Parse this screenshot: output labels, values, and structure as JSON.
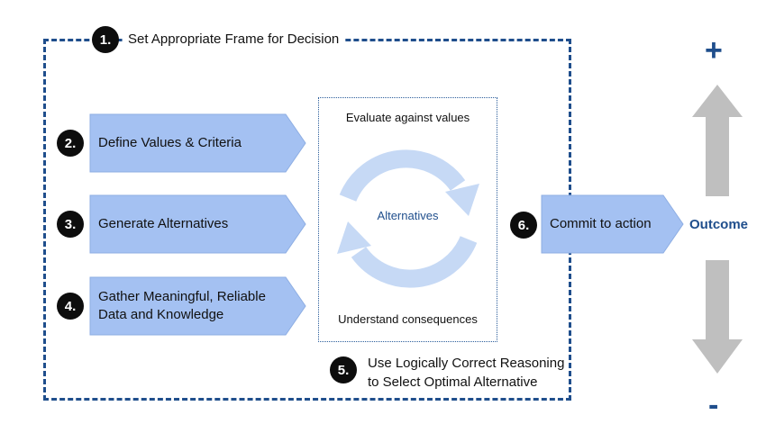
{
  "frame": {
    "step": "1.",
    "title": "Set Appropriate Frame for Decision",
    "border_color": "#1f4e8c"
  },
  "steps": [
    {
      "number": "2.",
      "label": "Define Values & Criteria"
    },
    {
      "number": "3.",
      "label": "Generate Alternatives"
    },
    {
      "number": "4.",
      "label": "Gather Meaningful, Reliable\nData and Knowledge"
    }
  ],
  "cycle": {
    "top_caption": "Evaluate against values",
    "center": "Alternatives",
    "bottom_caption": "Understand consequences",
    "arrow_color": "#c6d9f5"
  },
  "reasoning": {
    "number": "5.",
    "label": "Use Logically Correct Reasoning\nto Select Optimal Alternative"
  },
  "commit": {
    "number": "6.",
    "label": "Commit to action"
  },
  "outcome": {
    "label": "Outcome",
    "plus": "+",
    "minus": "-",
    "arrow_color": "#bfbfbf"
  },
  "colors": {
    "step_arrow_fill": "#a4c1f2",
    "step_arrow_stroke": "#8eaee3",
    "accent": "#1f4e8c"
  },
  "icons": {
    "cycle": "circular-arrows-icon",
    "up": "arrow-up-icon",
    "down": "arrow-down-icon"
  }
}
